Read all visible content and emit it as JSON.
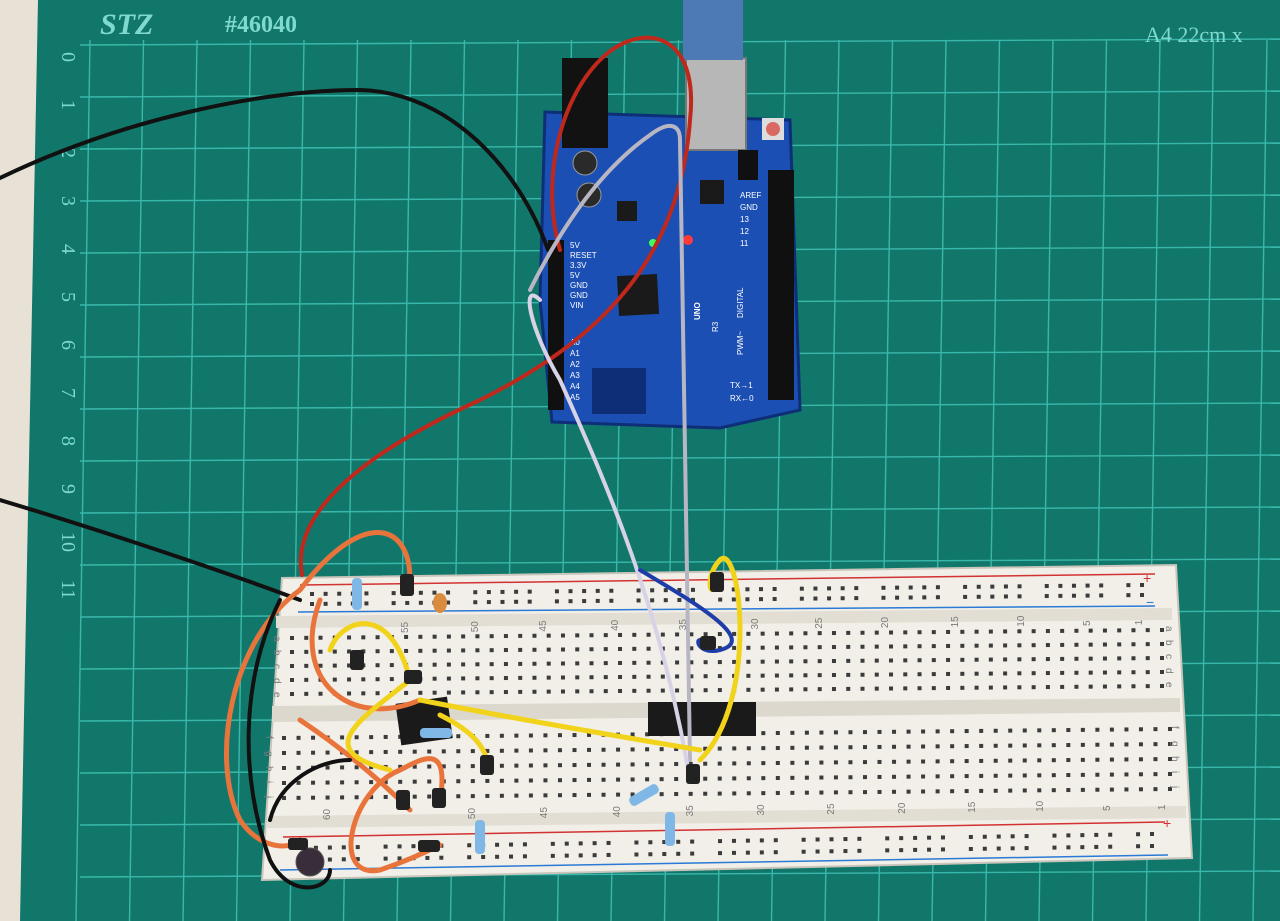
{
  "mat": {
    "brand": "STZ",
    "model": "#46040",
    "size_label": "A4 22cm x",
    "ruler_left": [
      "0",
      "1",
      "2",
      "3",
      "4",
      "5",
      "6",
      "7",
      "8",
      "9",
      "10",
      "11"
    ]
  },
  "arduino": {
    "model": "UNO",
    "revision": "R3",
    "power_labels": [
      "5V",
      "RESET",
      "3.3V",
      "5V",
      "GND",
      "GND",
      "VIN"
    ],
    "analog_labels": [
      "A0",
      "A1",
      "A2",
      "A3",
      "A4",
      "A5"
    ],
    "digital_label": "DIGITAL",
    "pwm_label": "PWM~",
    "tx_label": "TX→1",
    "rx_label": "RX←0",
    "header_labels": [
      "AREF",
      "GND",
      "13",
      "12",
      "11"
    ]
  },
  "breadboard": {
    "top_column_numbers": [
      "55",
      "50",
      "45",
      "40",
      "35",
      "30",
      "25",
      "20",
      "15",
      "10",
      "5",
      "1"
    ],
    "bottom_column_numbers": [
      "60",
      "50",
      "45",
      "40",
      "35",
      "30",
      "25",
      "20",
      "15",
      "10",
      "5",
      "1"
    ],
    "row_letters_top": [
      "a",
      "b",
      "c",
      "d",
      "e"
    ],
    "row_letters_bottom": [
      "f",
      "g",
      "h",
      "i",
      "j"
    ],
    "rail_plus": "+",
    "rail_minus": "−"
  },
  "colors": {
    "mat": "#0f6e64",
    "grid": "#3fc4b6",
    "pcb": "#1b4fb3",
    "breadboard": "#f1efe8",
    "wire_red": "#c0281c",
    "wire_black": "#111111",
    "wire_orange": "#e8743c",
    "wire_yellow": "#f2d31b",
    "wire_blue": "#1f3da8",
    "wire_grey": "#b9b6c4"
  }
}
